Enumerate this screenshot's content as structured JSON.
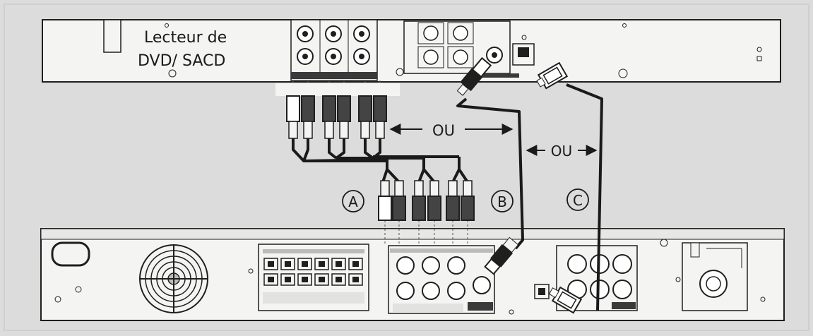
{
  "top_device": {
    "label_line1": "Lecteur de",
    "label_line2": "DVD/ SACD"
  },
  "connection_labels": {
    "or_left": "OU",
    "or_right": "OU",
    "option_a": "A",
    "option_b": "B",
    "option_c": "C"
  },
  "colors": {
    "background": "#dcdcdc",
    "panel": "#f4f4f2",
    "outline": "#1f1f1f",
    "cable": "#1a1a1a",
    "plug_dark": "#444444",
    "plug_white": "#ffffff"
  },
  "icons": {
    "arrow": "double-headed-arrow",
    "plug": "rca-plug",
    "optical": "optical-toslink-plug",
    "fan": "cooling-fan-grille"
  }
}
